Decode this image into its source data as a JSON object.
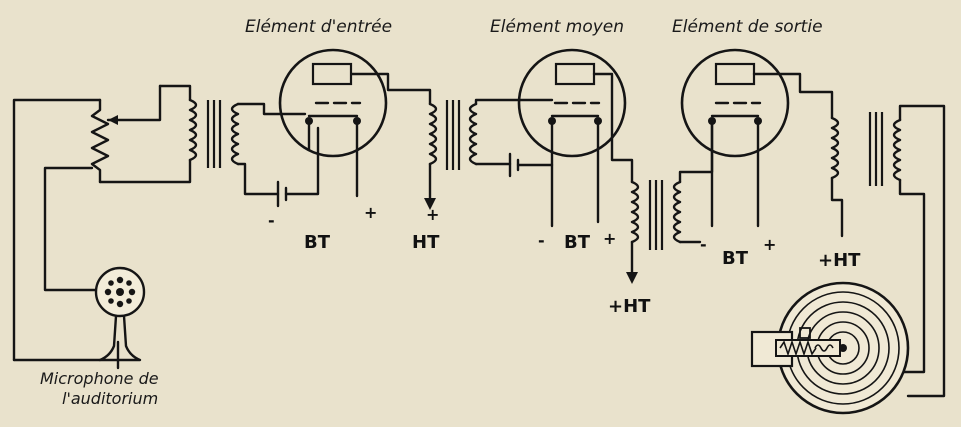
{
  "diagram": {
    "titles": {
      "input": "Elément d'entrée",
      "middle": "Elément moyen",
      "output": "Elément de sortie"
    },
    "supply_labels": {
      "bt": "BT",
      "ht": "HT",
      "plus_ht": "+HT",
      "plus": "+",
      "minus": "-"
    },
    "microphone": {
      "caption_line1": "Microphone de",
      "caption_line2": "l'auditorium"
    },
    "colors": {
      "background": "#e9e2cc",
      "ink": "#151515"
    }
  }
}
